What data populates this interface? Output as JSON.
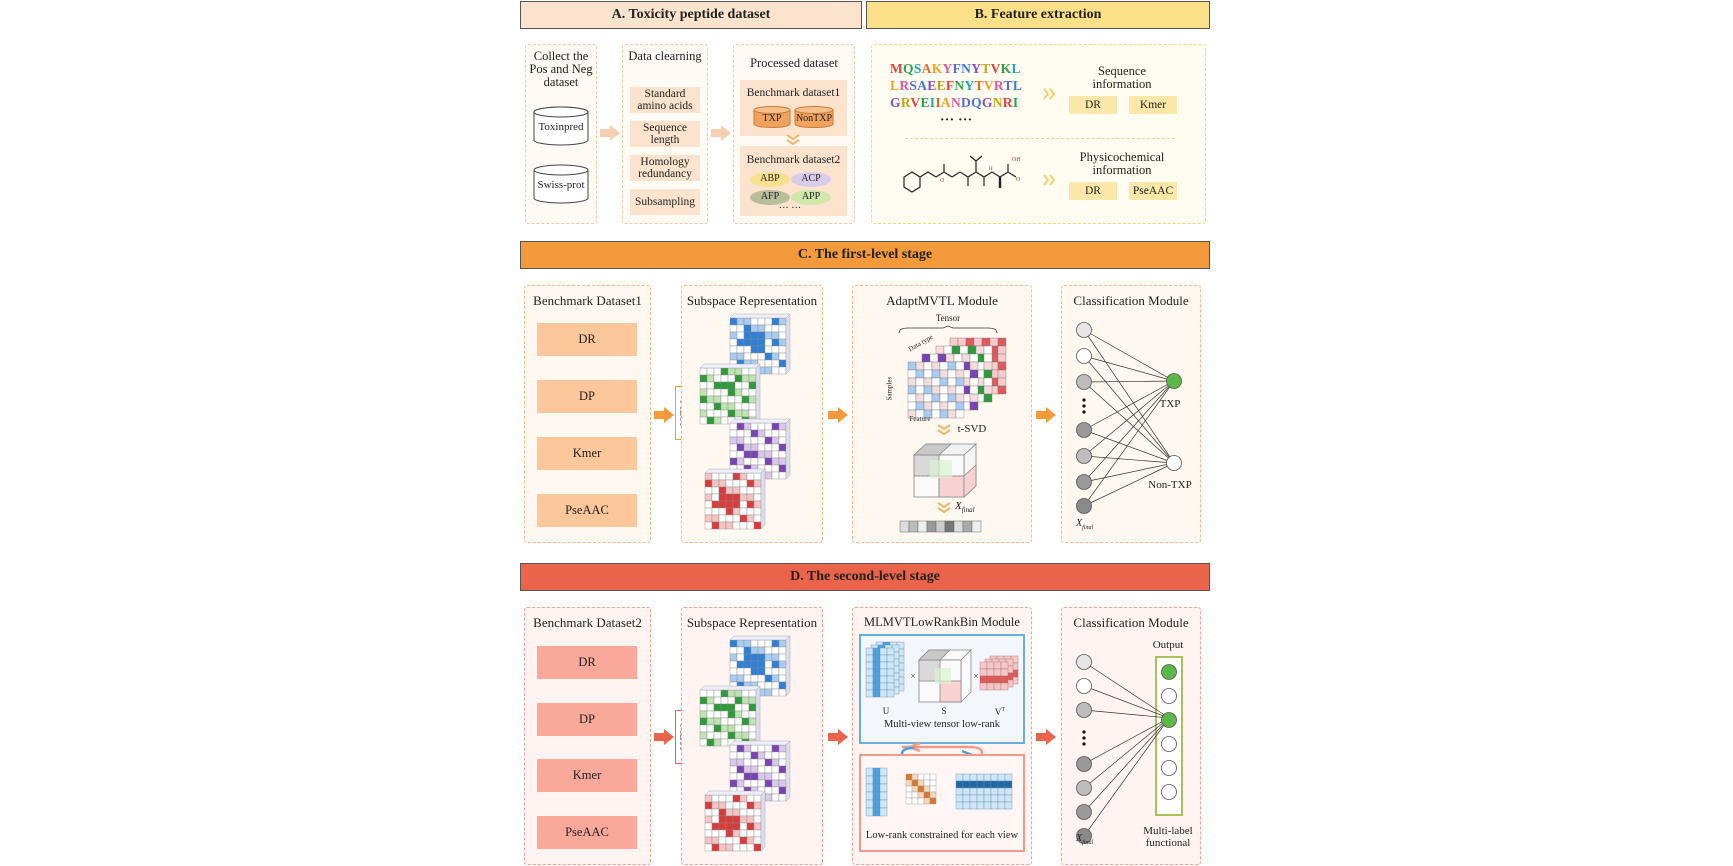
{
  "panelA": {
    "title": "A.  Toxicity peptide dataset",
    "collect": "Collect the Pos and Neg dataset",
    "db1": "Toxinpred",
    "db2": "Swiss-prot",
    "clean_title": "Data clearning",
    "clean_steps": [
      "Standard amino acids",
      "Sequence length",
      "Homology redundancy",
      "Subsampling"
    ],
    "processed": "Processed dataset",
    "bench1": "Benchmark dataset1",
    "txp": "TXP",
    "nontxp": "NonTXP",
    "bench2": "Benchmark dataset2",
    "abp": "ABP",
    "acp": "ACP",
    "afp": "AFP",
    "app": "APP",
    "more": "···  ···"
  },
  "panelB": {
    "title": "B. Feature extraction",
    "seq_lines": [
      "MQSAKYFNYTVKL",
      "LRSAEEFNYTVRTL",
      "GRVEIIANDQGNRI"
    ],
    "seq_more": "···  ···",
    "seq_info": "Sequence information",
    "dr": "DR",
    "kmer": "Kmer",
    "phys_info": "Physicochemical information",
    "pseaac": "PseAAC",
    "oh": "OH",
    "o": "O",
    "h": "H"
  },
  "panelC": {
    "title": "C. The first-level stage",
    "bench": "Benchmark Dataset1",
    "features": [
      "DR",
      "DP",
      "Kmer",
      "PseAAC"
    ],
    "mlsi": "MLSI",
    "subspace": "Subspace Representation",
    "module": "AdaptMVTL Module",
    "tensor": "Tensor",
    "data_type": "Data type",
    "samples": "Samples",
    "feature": "Feature",
    "tsvd": "t-SVD",
    "xfinal": "X",
    "xfinal_sub": "final",
    "classif": "Classification Module",
    "txp": "TXP",
    "nontxp": "Non-TXP"
  },
  "panelD": {
    "title": "D. The second-level stage",
    "bench": "Benchmark Dataset2",
    "features": [
      "DR",
      "DP",
      "Kmer",
      "PseAAC"
    ],
    "mlsi": "MLSI",
    "subspace": "Subspace Representation",
    "module": "MLMVTLowRankBin Module",
    "u": "U",
    "s": "S",
    "vt": "V",
    "vt_sup": "T",
    "times": "×",
    "mv_lowrank": "Multi-view tensor low-rank",
    "lowrank_view": "Low-rank constrained for each view",
    "classif": "Classification Module",
    "output": "Output",
    "multilabel": "Multi-label functional",
    "xfinal": "X",
    "xfinal_sub": "final"
  },
  "colors": {
    "headerA": "#fbe3cd",
    "headerB": "#fbe089",
    "headerC": "#f29a3c",
    "headerD": "#e9644b",
    "boxA": "#fbe3cd",
    "boxB": "#fbe8a9",
    "boxC": "#fcc79a",
    "boxD": "#f9a89a",
    "arrowA": "#f6cfb0",
    "arrowB": "#f7d55f",
    "arrowC": "#f29a3c",
    "arrowD": "#e9644b",
    "green": "#5cb846"
  }
}
